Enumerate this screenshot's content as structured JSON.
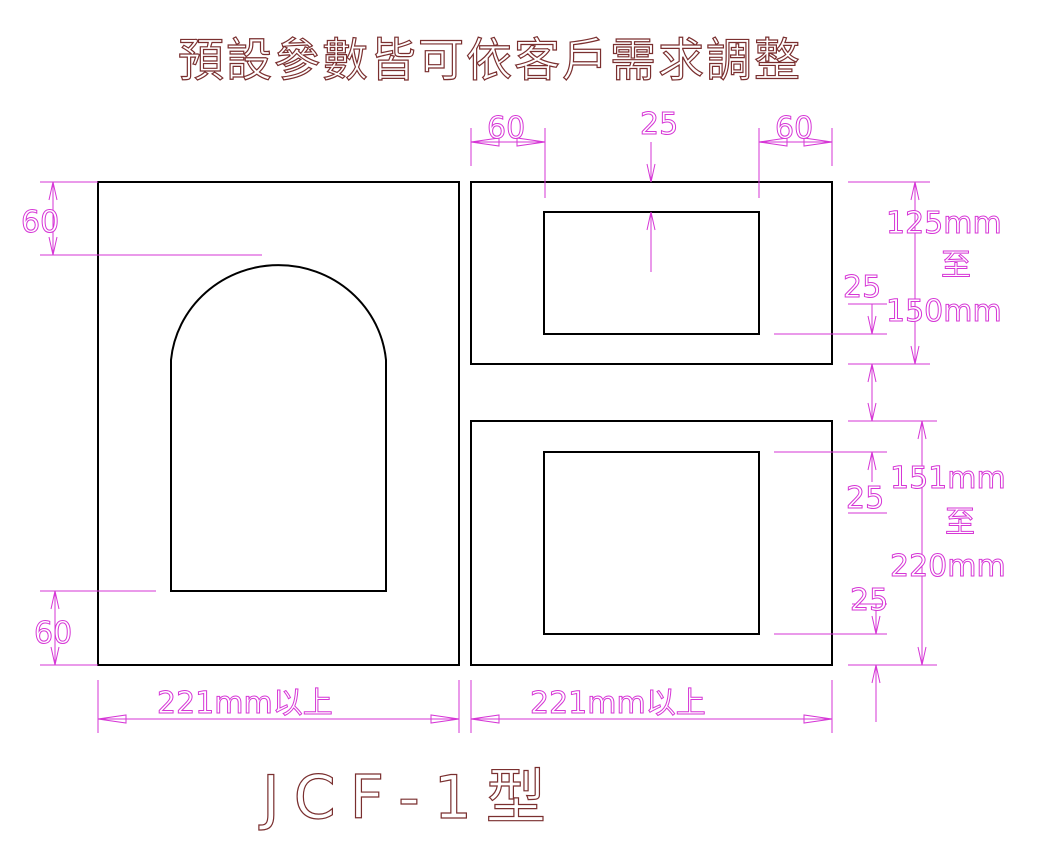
{
  "title": "預設參數皆可依客戶需求調整",
  "model": "JCF-1型",
  "left_panel": {
    "top_margin": "60",
    "bottom_margin": "60",
    "width": "221mm以上"
  },
  "right_panel": {
    "width": "221mm以上",
    "top_box": {
      "left_margin": "60",
      "right_margin": "60",
      "top_margin": "25",
      "bottom_margin": "25",
      "height_line1": "125mm",
      "height_line2": "至",
      "height_line3": "150mm"
    },
    "bottom_box": {
      "top_margin": "25",
      "bottom_margin": "25",
      "height_line1": "151mm",
      "height_line2": "至",
      "height_line3": "220mm"
    }
  },
  "colors": {
    "drawing": "#000000",
    "dimension": "#d636d6",
    "title": "#7a2f2f"
  }
}
